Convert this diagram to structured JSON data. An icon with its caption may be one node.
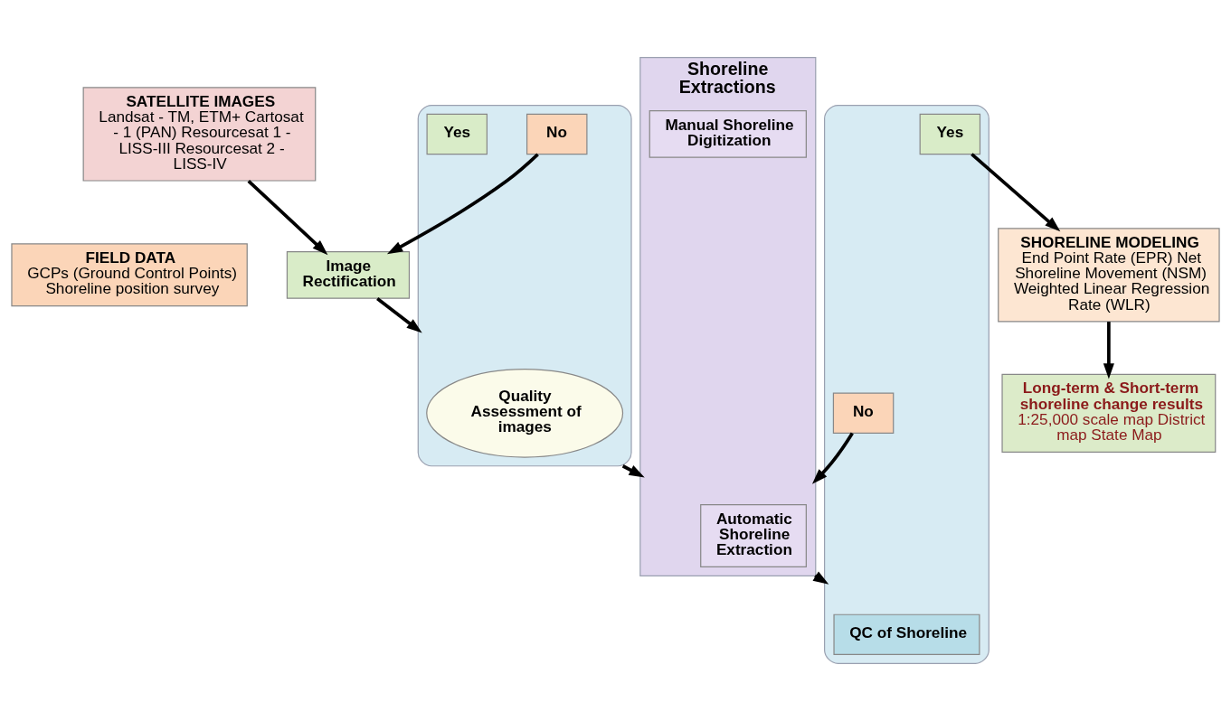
{
  "diagram": {
    "nodes": [
      {
        "text": [
          "SATELLITE IMAGES",
          "Landsat - TM, ETM+ Cartosat - 1 (PAN) Resourcesat 1 - LISS-III Resourcesat 2 - LISS-IV"
        ]
      },
      {
        "text": [
          "FIELD DATA",
          "GCPs (Ground Control Points) Shoreline position survey"
        ]
      },
      {
        "text": [
          "Image Rectification"
        ]
      },
      {
        "text": [],
        "shape": "box"
      },
      {
        "text": [
          "Quality Assessment of images"
        ],
        "in": 3
      },
      {
        "text": [
          "No"
        ],
        "in": 3
      },
      {
        "text": [
          "Yes"
        ],
        "in": 3
      },
      {
        "text": [
          "Shoreline Extractions"
        ]
      },
      {
        "text": [
          "Automatic Shoreline Extraction"
        ],
        "in": 7
      },
      {
        "text": [
          "Manual Shoreline Digitization"
        ],
        "in": 7
      },
      {
        "text": [],
        "shape": "box"
      },
      {
        "text": [
          "QC of Shoreline"
        ],
        "in": 10
      },
      {
        "text": [
          "No"
        ],
        "in": 10
      },
      {
        "text": [
          "Yes"
        ],
        "in": 10
      },
      {
        "text": [
          "SHORELINE MODELING",
          "End Point Rate (EPR) Net Shoreline Movement (NSM) Weighted Linear Regression Rate (WLR)"
        ]
      },
      {
        "text": [
          "Long-term & Short-term shoreline change results",
          "1:25,000 scale map District map State Map"
        ]
      }
    ],
    "edges": [
      {
        "from": 0,
        "to": 2,
        "arrow": "to"
      },
      {
        "from": 2,
        "to": 3,
        "arrow": "to"
      },
      {
        "from": 5,
        "to": 2,
        "arrow": "to"
      },
      {
        "from": 3,
        "to": 7,
        "arrow": "to"
      },
      {
        "from": 7,
        "to": 10,
        "arrow": "to"
      },
      {
        "from": 12,
        "to": 7,
        "arrow": "to"
      },
      {
        "from": 13,
        "to": 14,
        "arrow": "to"
      },
      {
        "from": 14,
        "to": 15,
        "arrow": "to"
      }
    ]
  }
}
